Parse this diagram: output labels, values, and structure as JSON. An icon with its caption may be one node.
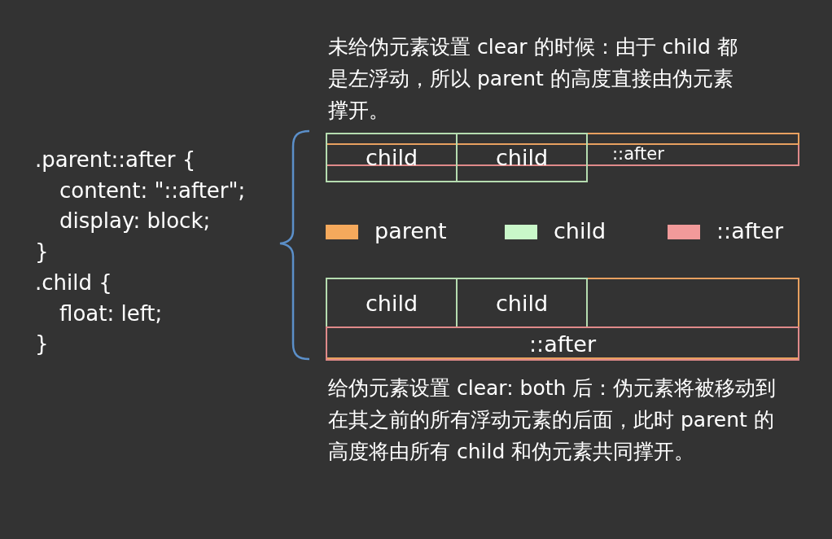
{
  "diagram": {
    "nodes": [
      {
        "text": [
          "::after"
        ]
      },
      {
        "text": [],
        "shape": "box",
        "in": 0
      },
      {
        "text": [
          "child"
        ]
      },
      {
        "text": [
          "child"
        ]
      },
      {
        "text": [],
        "shape": "box"
      },
      {
        "text": [
          "child"
        ],
        "in": 4
      },
      {
        "text": [
          "child"
        ],
        "in": 4
      },
      {
        "text": [
          "::after"
        ],
        "in": 4
      }
    ],
    "edges": [],
    "labels": [
      "未给伪元素设置 clear 的时候：由于 child 都是左浮动，所以 parent 的高度直接由伪元素撑开。",
      ".parent::after {",
      "content: \"::after\";",
      "display: block;",
      "}",
      ".child {",
      "float: left;",
      "}",
      "给伪元素设置 clear: both 后：伪元素将被移动到在其之前的所有浮动元素的后面，此时 parent 的高度将由所有 child 和伪元素共同撑开。"
    ],
    "legend": [
      {
        "text": "parent",
        "color": "#f5a95c"
      },
      {
        "text": "child",
        "color": "#c9f7c9"
      },
      {
        "text": "::after",
        "color": "#f29a9a"
      }
    ]
  }
}
